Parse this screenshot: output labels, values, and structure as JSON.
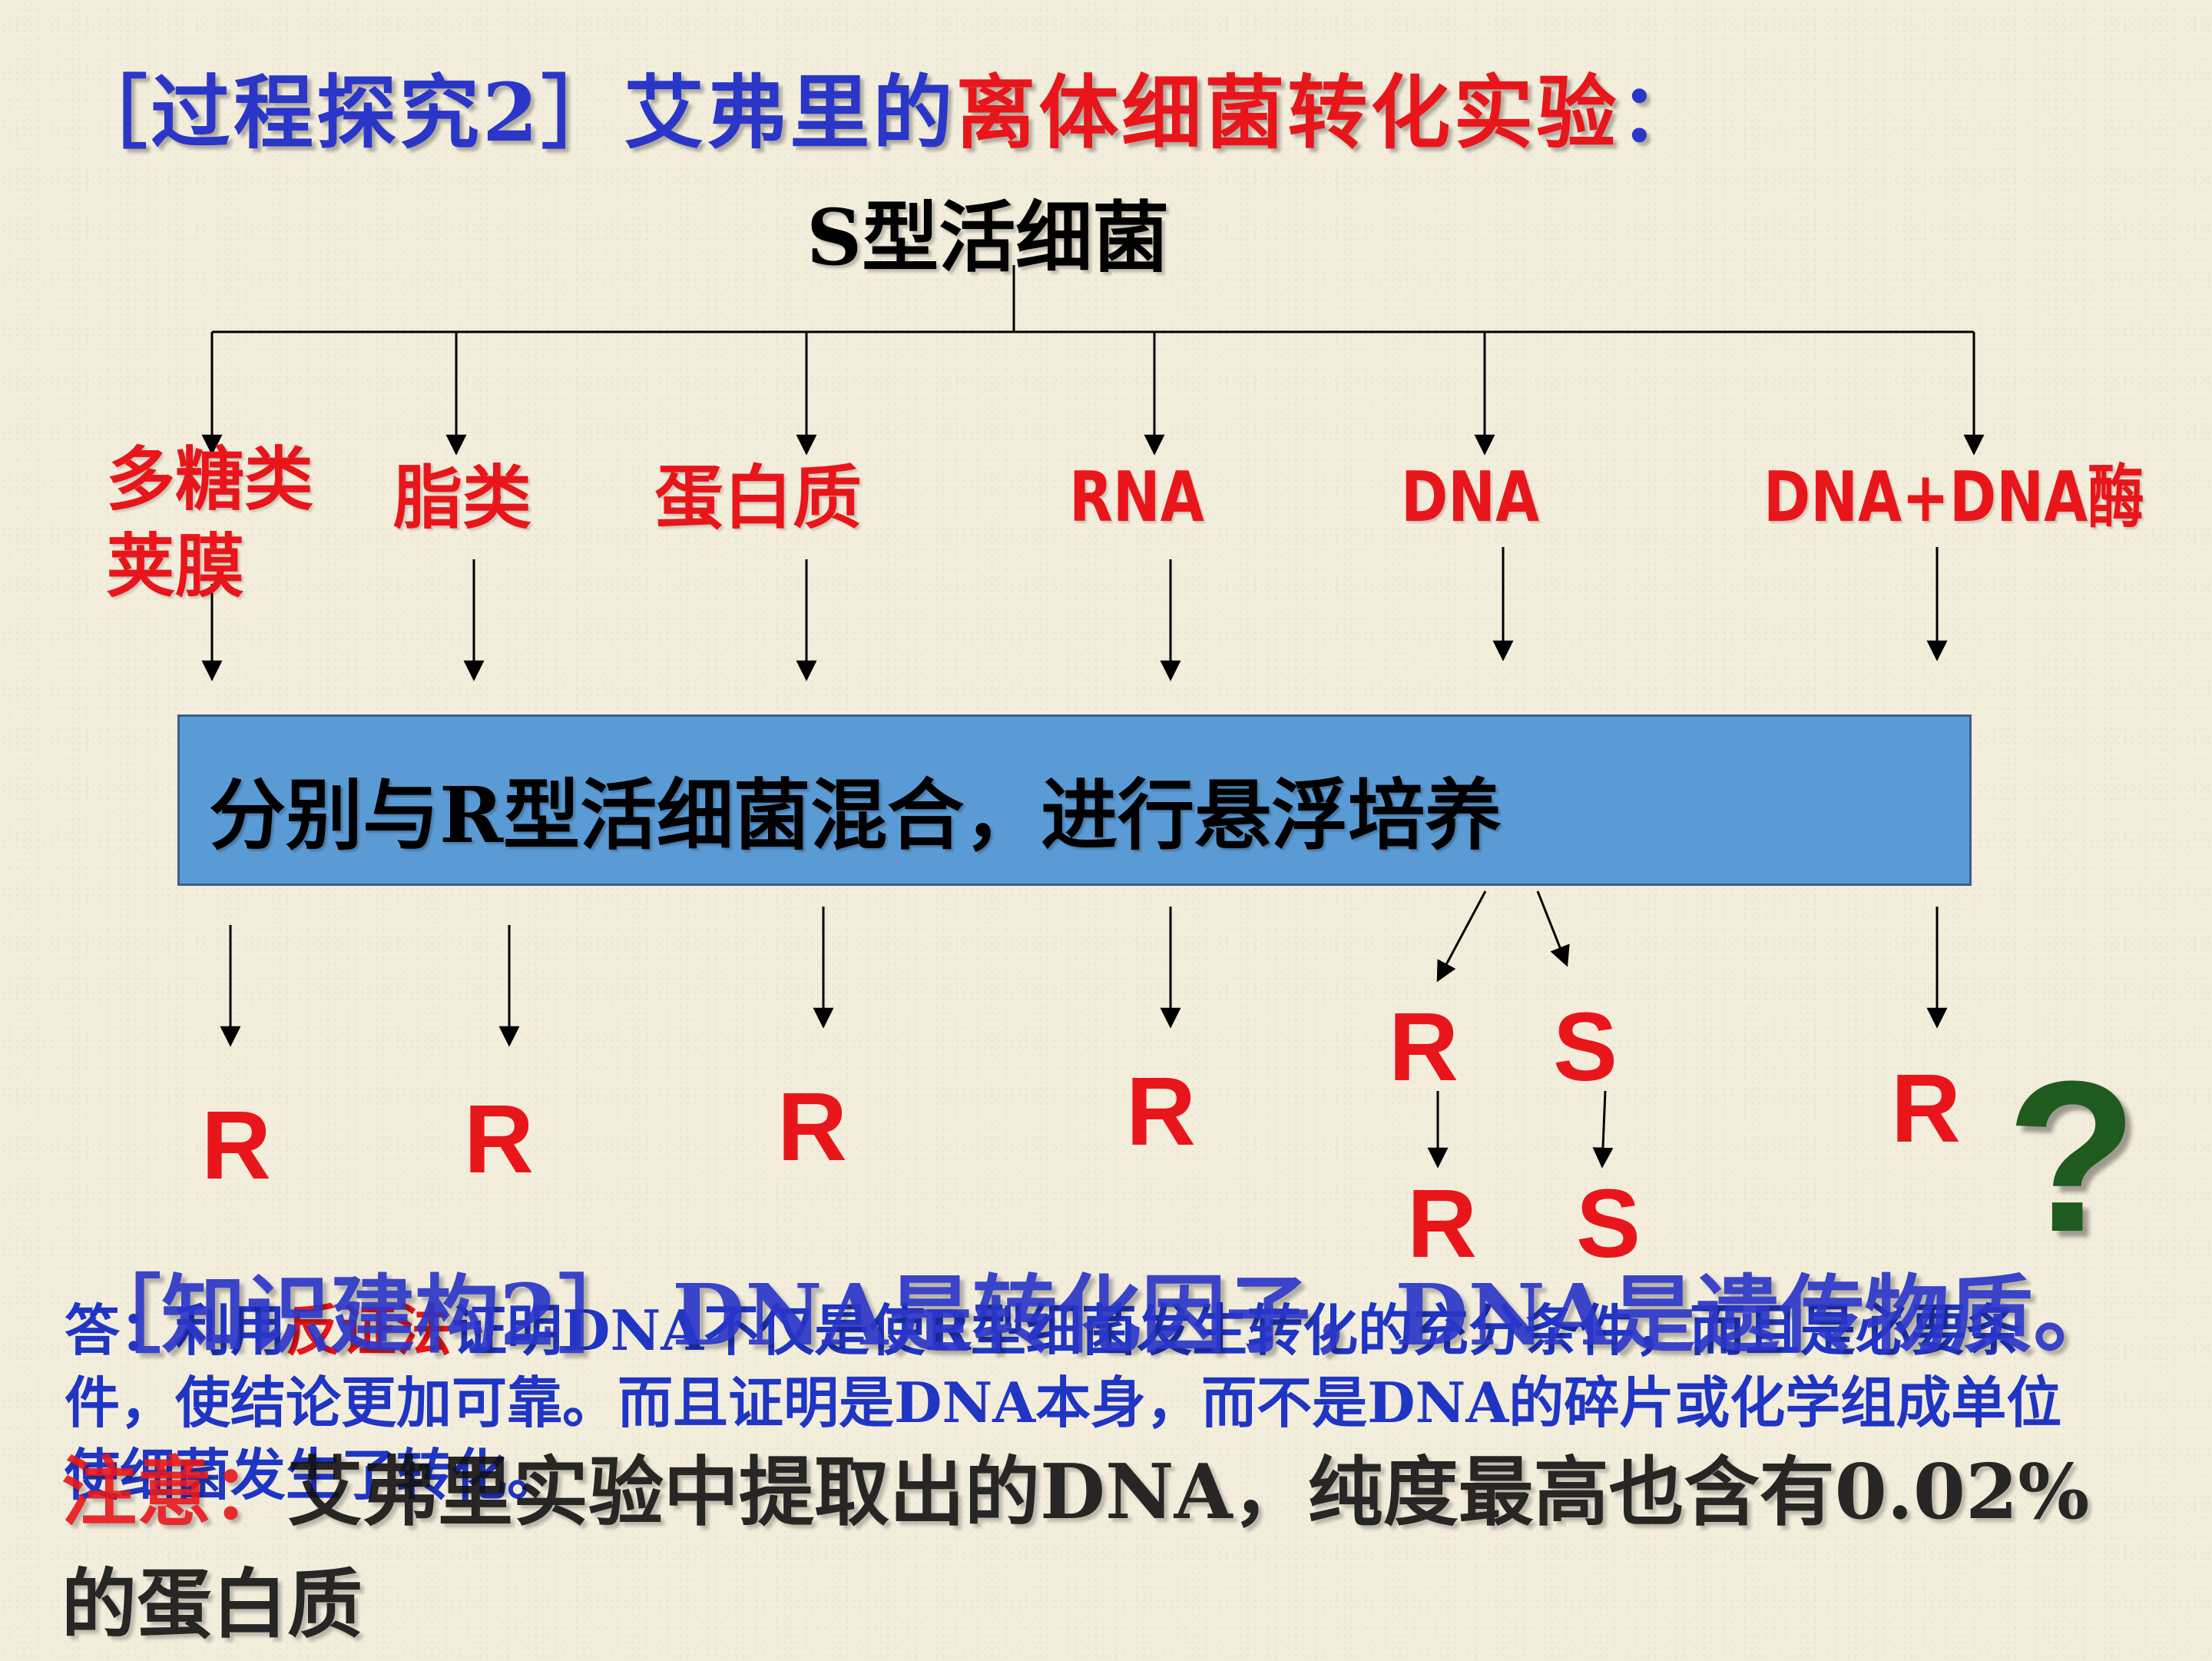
{
  "title": {
    "prefix": "［过程探究2］艾弗里的",
    "highlight": "离体细菌转化实验",
    "suffix": "："
  },
  "top_node": "S型活细菌",
  "components": [
    {
      "label": "多糖类",
      "label2": "荚膜"
    },
    {
      "label": "脂类"
    },
    {
      "label": "蛋白质"
    },
    {
      "label": "RNA"
    },
    {
      "label": "DNA"
    },
    {
      "label": "DNA+DNA酶"
    }
  ],
  "mix_step": "分别与R型活细菌混合，进行悬浮培养",
  "results": {
    "r1": "R",
    "r2": "R",
    "r3": "R",
    "r4": "R",
    "dna_r": "R",
    "dna_s": "S",
    "dna_r2": "R",
    "dna_s2": "S",
    "r6": "R"
  },
  "question_mark": "?",
  "answer": {
    "prefix": "答：利用",
    "method": "反证法",
    "text": "证明DNA不仅是使R型细菌发生转化的充分条件，而且是必要条件，使结论更加可靠。而且证明是DNA本身，而不是DNA的碎片或化学组成单位使细菌发生了转化。"
  },
  "knowledge": "［知识建构2］ DNA是转化因子，DNA是遗传物质。",
  "note": {
    "label": "注意：",
    "text": "艾弗里实验中提取出的DNA，纯度最高也含有0.02%的蛋白质"
  }
}
